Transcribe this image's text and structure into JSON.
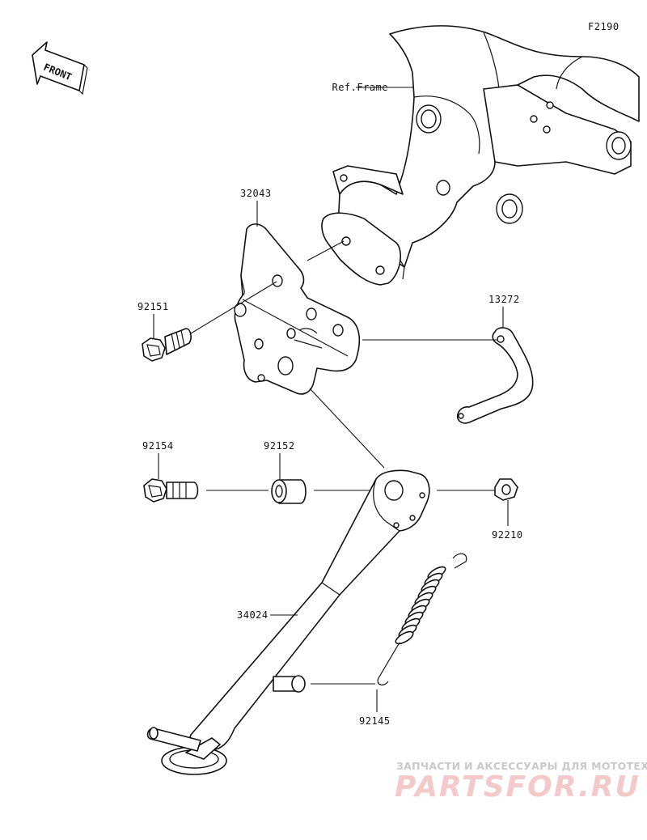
{
  "figure_code": "F2190",
  "front_label": "FRONT",
  "ref_frame": "Ref.Frame",
  "parts": {
    "bracket": "32043",
    "bolt_flange": "92151",
    "spring_hook": "13272",
    "bolt_pivot": "92154",
    "collar": "92152",
    "nut": "92210",
    "side_stand": "34024",
    "spring": "92145"
  },
  "watermark": {
    "tagline": "ЗАПЧАСТИ И АКСЕССУАРЫ ДЛЯ МОТОТЕХНИКИ",
    "brand": "PARTSFOR.RU"
  }
}
